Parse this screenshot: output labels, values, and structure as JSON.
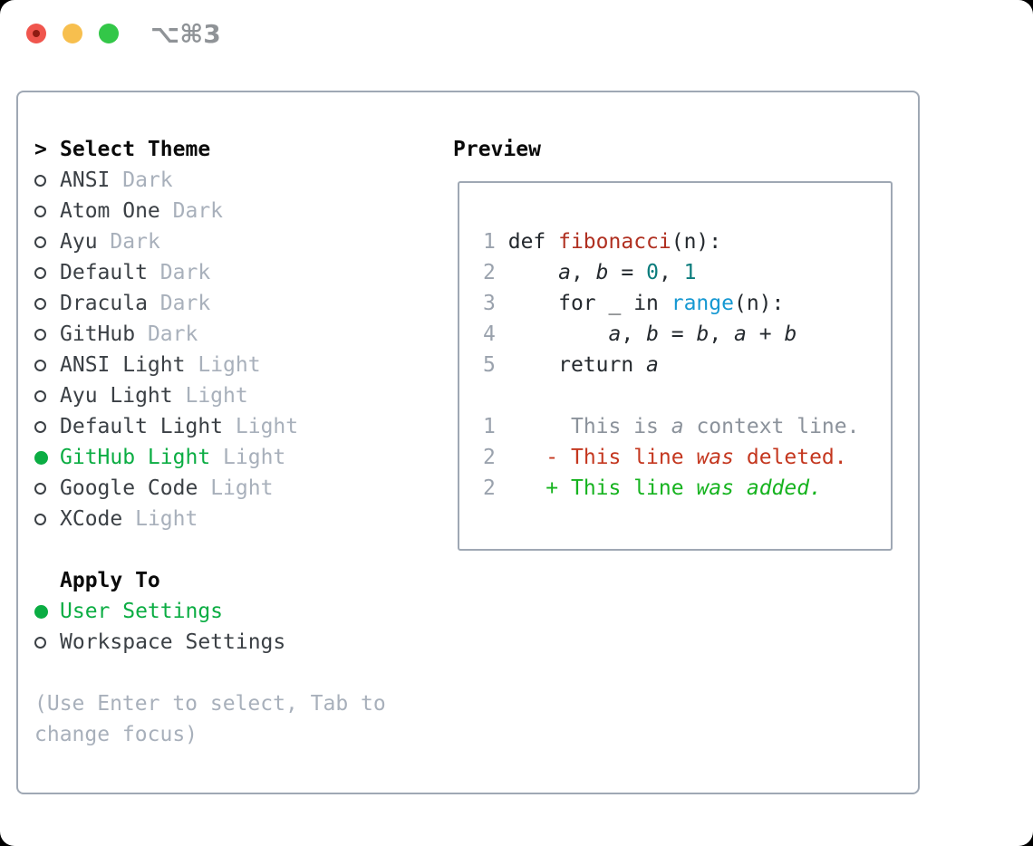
{
  "window": {
    "title": "⌥⌘3"
  },
  "theme_panel": {
    "header": {
      "prompt": ">",
      "label": "Select Theme"
    },
    "themes": [
      {
        "name": "ANSI",
        "variant": "Dark",
        "selected": false
      },
      {
        "name": "Atom One",
        "variant": "Dark",
        "selected": false
      },
      {
        "name": "Ayu",
        "variant": "Dark",
        "selected": false
      },
      {
        "name": "Default",
        "variant": "Dark",
        "selected": false
      },
      {
        "name": "Dracula",
        "variant": "Dark",
        "selected": false
      },
      {
        "name": "GitHub",
        "variant": "Dark",
        "selected": false
      },
      {
        "name": "ANSI Light",
        "variant": "Light",
        "selected": false
      },
      {
        "name": "Ayu Light",
        "variant": "Light",
        "selected": false
      },
      {
        "name": "Default Light",
        "variant": "Light",
        "selected": false
      },
      {
        "name": "GitHub Light",
        "variant": "Light",
        "selected": true
      },
      {
        "name": "Google Code",
        "variant": "Light",
        "selected": false
      },
      {
        "name": "XCode",
        "variant": "Light",
        "selected": false
      }
    ],
    "apply_to": {
      "label": "Apply To",
      "options": [
        {
          "label": "User Settings",
          "selected": true
        },
        {
          "label": "Workspace Settings",
          "selected": false
        }
      ]
    },
    "hint_lines": [
      "(Use Enter to select, Tab to",
      "change focus)"
    ]
  },
  "preview": {
    "label": "Preview",
    "code_lines": [
      {
        "num": "1",
        "segs": [
          [
            "def ",
            "p"
          ],
          [
            "fibonacci",
            "f"
          ],
          [
            "(n):",
            "p"
          ]
        ]
      },
      {
        "num": "2",
        "segs": [
          [
            "    ",
            "p"
          ],
          [
            "a",
            "v"
          ],
          [
            ", ",
            "p"
          ],
          [
            "b",
            "v"
          ],
          [
            " = ",
            "p"
          ],
          [
            "0",
            "n"
          ],
          [
            ", ",
            "p"
          ],
          [
            "1",
            "n"
          ]
        ]
      },
      {
        "num": "3",
        "segs": [
          [
            "    for _ in ",
            "p"
          ],
          [
            "range",
            "c"
          ],
          [
            "(n):",
            "p"
          ]
        ]
      },
      {
        "num": "4",
        "segs": [
          [
            "        ",
            "p"
          ],
          [
            "a",
            "v"
          ],
          [
            ", ",
            "p"
          ],
          [
            "b",
            "v"
          ],
          [
            " = ",
            "p"
          ],
          [
            "b",
            "v"
          ],
          [
            ", ",
            "p"
          ],
          [
            "a",
            "v"
          ],
          [
            " + ",
            "p"
          ],
          [
            "b",
            "v"
          ]
        ]
      },
      {
        "num": "5",
        "segs": [
          [
            "    return ",
            "p"
          ],
          [
            "a",
            "v"
          ]
        ]
      }
    ],
    "diff_lines": [
      {
        "num": "1",
        "mark": " ",
        "kind": "ctx",
        "segs": [
          [
            "This is ",
            ""
          ],
          [
            "a",
            "i"
          ],
          [
            " context line.",
            ""
          ]
        ]
      },
      {
        "num": "2",
        "mark": "-",
        "kind": "del",
        "segs": [
          [
            "This line ",
            ""
          ],
          [
            "was",
            "i"
          ],
          [
            " deleted.",
            ""
          ]
        ]
      },
      {
        "num": "2",
        "mark": "+",
        "kind": "add",
        "segs": [
          [
            "This line ",
            ""
          ],
          [
            "was",
            "i"
          ],
          [
            " ",
            ""
          ],
          [
            "added.",
            "i"
          ]
        ]
      }
    ]
  },
  "colors": {
    "accent_green": "#0bad43",
    "added_green": "#16b31f",
    "deleted_red": "#c4371f",
    "function_red": "#b03021",
    "number_teal": "#0b7c7c",
    "call_blue": "#1598d2",
    "code_text": "#24292e",
    "list_text": "#3b4045",
    "muted_gray": "#a8b0bb",
    "line_number_gray": "#9aa2ad",
    "context_gray": "#8b929b",
    "border_gray": "#9fa8b4",
    "title_gray": "#8f9397",
    "traffic_red": "#f0554d",
    "traffic_red_dot": "#8f1b12",
    "traffic_yellow": "#f7bf4e",
    "traffic_green": "#33c748"
  }
}
